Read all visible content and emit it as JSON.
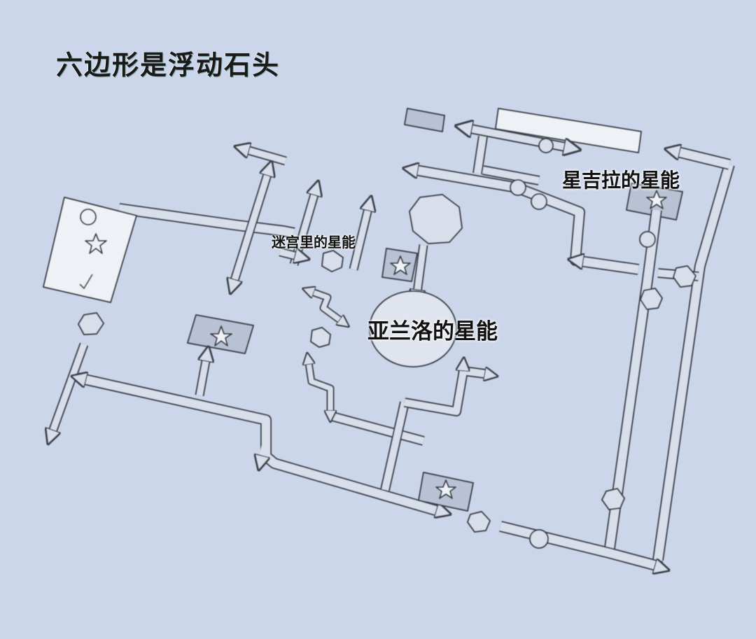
{
  "title": "六边形是浮动石头",
  "labels": {
    "maze_star_energy": "迷宫里的星能",
    "yalanluo_star_energy": "亚兰洛的星能",
    "xingjila_star_energy": "星吉拉的星能"
  },
  "colors": {
    "background": "#ccd6ea",
    "path_fill": "#d8deea",
    "path_stroke": "#3a3f4a",
    "text": "#111111"
  }
}
